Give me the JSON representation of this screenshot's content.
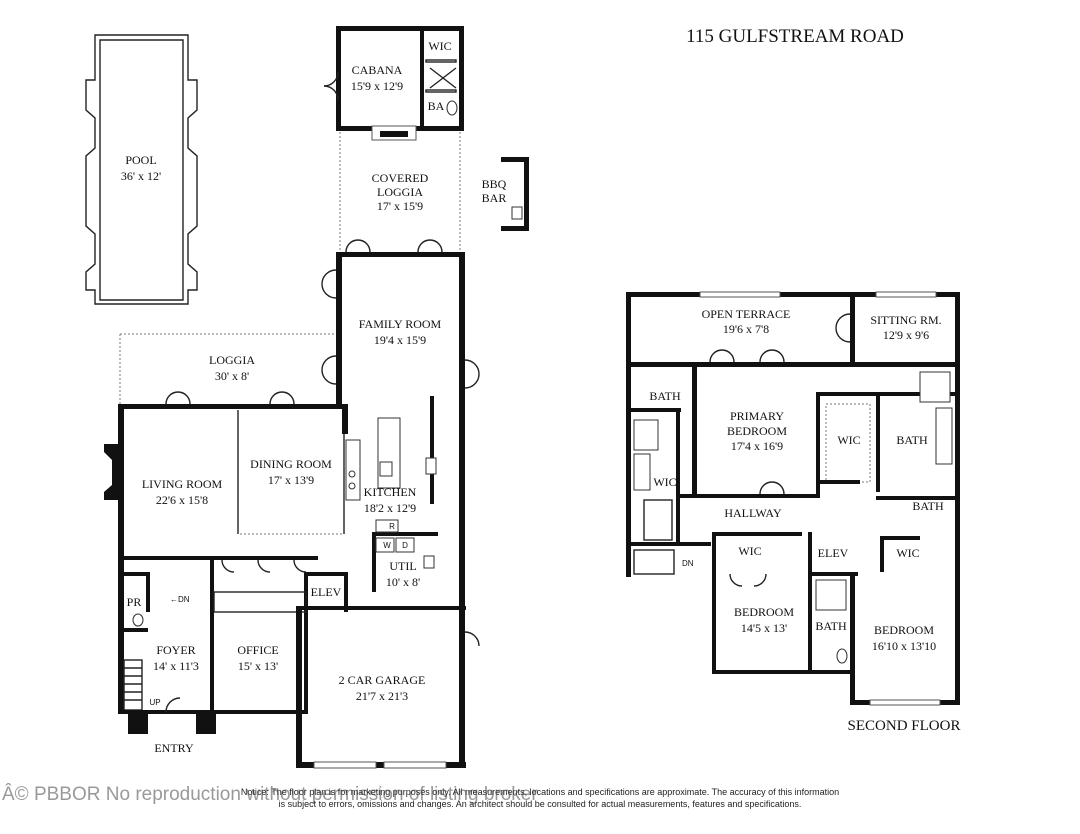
{
  "title": "115 GULFSTREAM ROAD",
  "floor_label": "SECOND FLOOR",
  "rooms": {
    "pool": {
      "name": "POOL",
      "size": "36' x 12'"
    },
    "cabana": {
      "name": "CABANA",
      "size": "15'9 x 12'9"
    },
    "cabana_wic": {
      "name": "WIC"
    },
    "cabana_ba": {
      "name": "BA"
    },
    "covered_loggia": {
      "name1": "COVERED",
      "name2": "LOGGIA",
      "size": "17' x 15'9"
    },
    "bbq": {
      "name1": "BBQ",
      "name2": "BAR"
    },
    "family_room": {
      "name": "FAMILY ROOM",
      "size": "19'4 x 15'9"
    },
    "loggia": {
      "name": "LOGGIA",
      "size": "30' x 8'"
    },
    "living_room": {
      "name": "LIVING ROOM",
      "size": "22'6 x 15'8"
    },
    "dining_room": {
      "name": "DINING ROOM",
      "size": "17' x 13'9"
    },
    "kitchen": {
      "name": "KITCHEN",
      "size": "18'2 x 12'9"
    },
    "util": {
      "name": "UTIL",
      "size": "10' x 8'"
    },
    "foyer": {
      "name": "FOYER",
      "size": "14' x 11'3"
    },
    "office": {
      "name": "OFFICE",
      "size": "15' x 13'"
    },
    "garage": {
      "name": "2 CAR GARAGE",
      "size": "21'7  x 21'3"
    },
    "entry": {
      "name": "ENTRY"
    },
    "pr": {
      "name": "PR"
    },
    "elev1": {
      "name": "ELEV"
    },
    "open_terrace": {
      "name": "OPEN TERRACE",
      "size": "19'6 x 7'8"
    },
    "sitting_room": {
      "name": "SITTING RM.",
      "size": "12'9 x 9'6"
    },
    "primary_bedroom": {
      "name1": "PRIMARY",
      "name2": "BEDROOM",
      "size": "17'4 x 16'9"
    },
    "bath_left": {
      "name": "BATH"
    },
    "wic_left": {
      "name": "WIC"
    },
    "wic_mid": {
      "name": "WIC"
    },
    "bath_primary": {
      "name": "BATH"
    },
    "hallway": {
      "name": "HALLWAY"
    },
    "bath_right": {
      "name": "BATH"
    },
    "wic_right": {
      "name": "WIC"
    },
    "wic_bed2": {
      "name": "WIC"
    },
    "elev2": {
      "name": "ELEV"
    },
    "bedroom2": {
      "name": "BEDROOM",
      "size": "14'5 x 13'"
    },
    "bath_bed": {
      "name": "BATH"
    },
    "bedroom3": {
      "name": "BEDROOM",
      "size": "16'10 x 13'10"
    }
  },
  "markers": {
    "dn_first": "DN",
    "dn_second": "DN",
    "up": "UP",
    "w": "W",
    "d": "D",
    "r": "R"
  },
  "disclaimer_line1": "Notice: The floor plan is for marketing purposes only. All measurements, locations and specifications are approximate. The accuracy of this information",
  "disclaimer_line2": "is subject to errors, omissions and changes. An architect should be consulted for actual measurements, features and specifications.",
  "watermark": "Â© PBBOR No reproduction without permission of listing broker"
}
